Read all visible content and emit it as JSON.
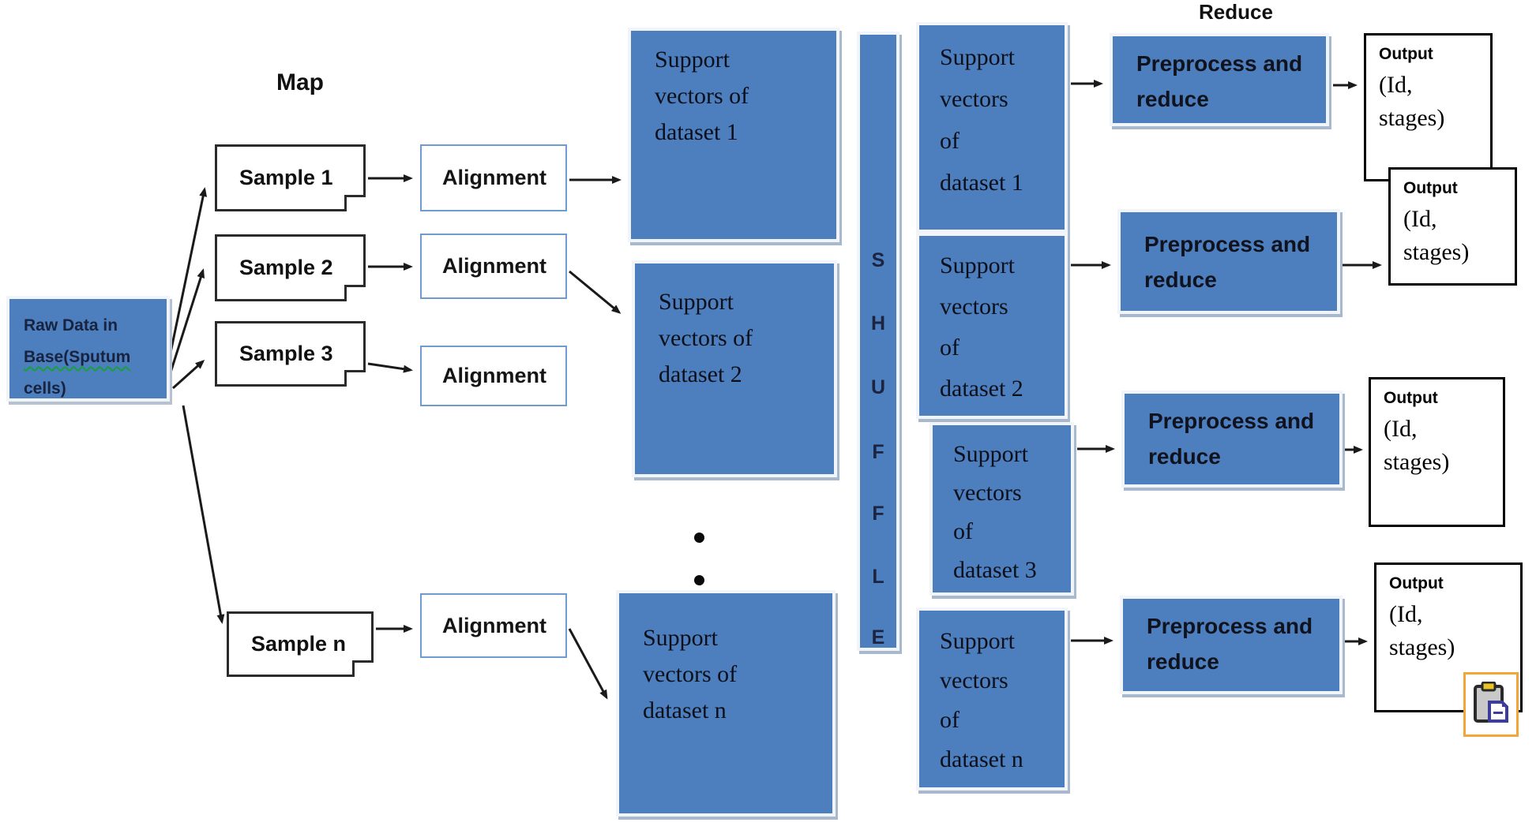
{
  "labels": {
    "map": "Map",
    "reduce": "Reduce"
  },
  "raw_data": {
    "lines": [
      "Raw Data in",
      "Base(Sputum",
      "cells)"
    ]
  },
  "samples": [
    {
      "label": "Sample 1"
    },
    {
      "label": "Sample 2"
    },
    {
      "label": "Sample 3"
    },
    {
      "label": "Sample n"
    }
  ],
  "alignments": [
    {
      "label": "Alignment"
    },
    {
      "label": "Alignment"
    },
    {
      "label": "Alignment"
    },
    {
      "label": "Alignment"
    }
  ],
  "support_vectors_left": [
    {
      "lines": [
        "Support",
        "vectors of",
        "dataset 1"
      ]
    },
    {
      "lines": [
        "Support",
        "vectors of",
        "dataset 2"
      ]
    },
    {
      "lines": [
        "Support",
        "vectors of",
        "dataset n"
      ]
    }
  ],
  "ellipsis_dots": [
    "•",
    "•"
  ],
  "shuffle": {
    "letters": [
      "S",
      "H",
      "U",
      "F",
      "F",
      "L",
      "E"
    ]
  },
  "support_vectors_right": [
    {
      "lines": [
        "Support",
        "vectors",
        "of",
        "dataset 1"
      ]
    },
    {
      "lines": [
        "Support",
        "vectors",
        "of",
        "dataset 2"
      ]
    },
    {
      "lines": [
        "Support",
        "vectors",
        "of",
        "dataset 3"
      ]
    },
    {
      "lines": [
        "Support",
        "vectors",
        "of",
        "dataset n"
      ]
    }
  ],
  "reducers": [
    {
      "lines": [
        "Preprocess and",
        "reduce"
      ]
    },
    {
      "lines": [
        "Preprocess and",
        "reduce"
      ]
    },
    {
      "lines": [
        "Preprocess and",
        "reduce"
      ]
    },
    {
      "lines": [
        "Preprocess and",
        "reduce"
      ]
    }
  ],
  "outputs": [
    {
      "title": "Output",
      "lines": [
        "(Id,",
        "stages)"
      ]
    },
    {
      "title": "Output",
      "lines": [
        "(Id,",
        "stages)"
      ]
    },
    {
      "title": "Output",
      "lines": [
        "(Id,",
        "stages)"
      ]
    },
    {
      "title": "Output",
      "lines": [
        "(Id,",
        "stages)"
      ]
    }
  ],
  "icons": {
    "paste_options": "clipboard-paste-icon"
  },
  "colors": {
    "box_blue": "#4d7ebd",
    "shadow": "#a9b9cd",
    "alignment_border": "#6f9bd1",
    "wavy_underline": "#18a03a",
    "icon_orange": "#f0a63a"
  }
}
